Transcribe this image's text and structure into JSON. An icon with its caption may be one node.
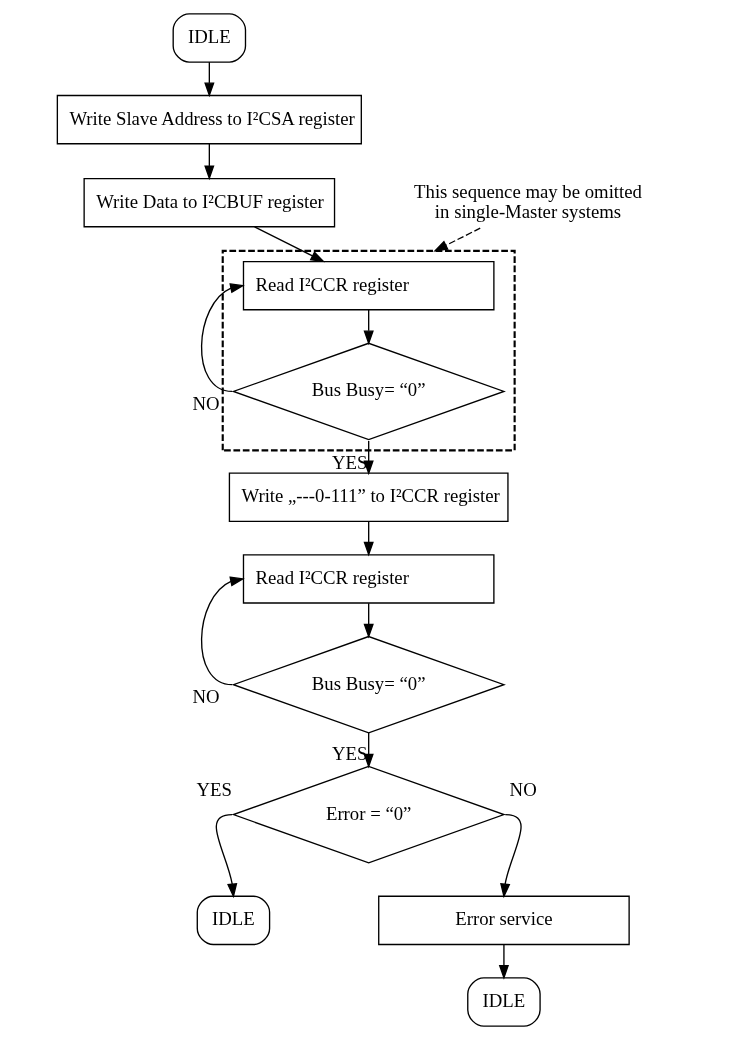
{
  "diagram": {
    "nodes": [
      {
        "text": [
          "IDLE"
        ]
      },
      {
        "text": [
          "Write Slave Address to I²CSA register"
        ]
      },
      {
        "text": [
          "Write Data to I²CBUF register"
        ]
      },
      {
        "text": [],
        "shape": "box"
      },
      {
        "text": [
          "Read I²CCR register"
        ],
        "in": 3
      },
      {
        "text": [
          "Bus Busy= “0”"
        ],
        "in": 3
      },
      {
        "text": [
          "Write „---0-111” to I²CCR register"
        ]
      },
      {
        "text": [
          "Read I²CCR register"
        ]
      },
      {
        "text": [
          "Bus Busy= “0”"
        ]
      },
      {
        "text": [
          "Error = “0”"
        ]
      },
      {
        "text": [
          "IDLE"
        ]
      },
      {
        "text": [
          "Error service"
        ]
      },
      {
        "text": [
          "IDLE"
        ]
      },
      {
        "text": [
          "This sequence may be omitted in single-Master systems"
        ]
      }
    ],
    "edges": [
      {
        "from": 0,
        "to": 1,
        "arrow": "to"
      },
      {
        "from": 1,
        "to": 2,
        "arrow": "to"
      },
      {
        "from": 2,
        "to": 4,
        "arrow": "to"
      },
      {
        "from": 4,
        "to": 5,
        "arrow": "to"
      },
      {
        "from": 5,
        "to": 4,
        "arrow": "to",
        "label": "NO"
      },
      {
        "from": 5,
        "to": 6,
        "arrow": "to",
        "label": "YES"
      },
      {
        "from": 6,
        "to": 7,
        "arrow": "to"
      },
      {
        "from": 7,
        "to": 8,
        "arrow": "to"
      },
      {
        "from": 8,
        "to": 7,
        "arrow": "to",
        "label": "NO"
      },
      {
        "from": 8,
        "to": 9,
        "arrow": "to",
        "label": "YES"
      },
      {
        "from": 9,
        "to": 10,
        "arrow": "to",
        "label": "YES"
      },
      {
        "from": 9,
        "to": 11,
        "arrow": "to",
        "label": "NO"
      },
      {
        "from": 11,
        "to": 12,
        "arrow": "to"
      },
      {
        "from": 13,
        "to": 3,
        "arrow": "to",
        "style": "dashed"
      }
    ]
  }
}
